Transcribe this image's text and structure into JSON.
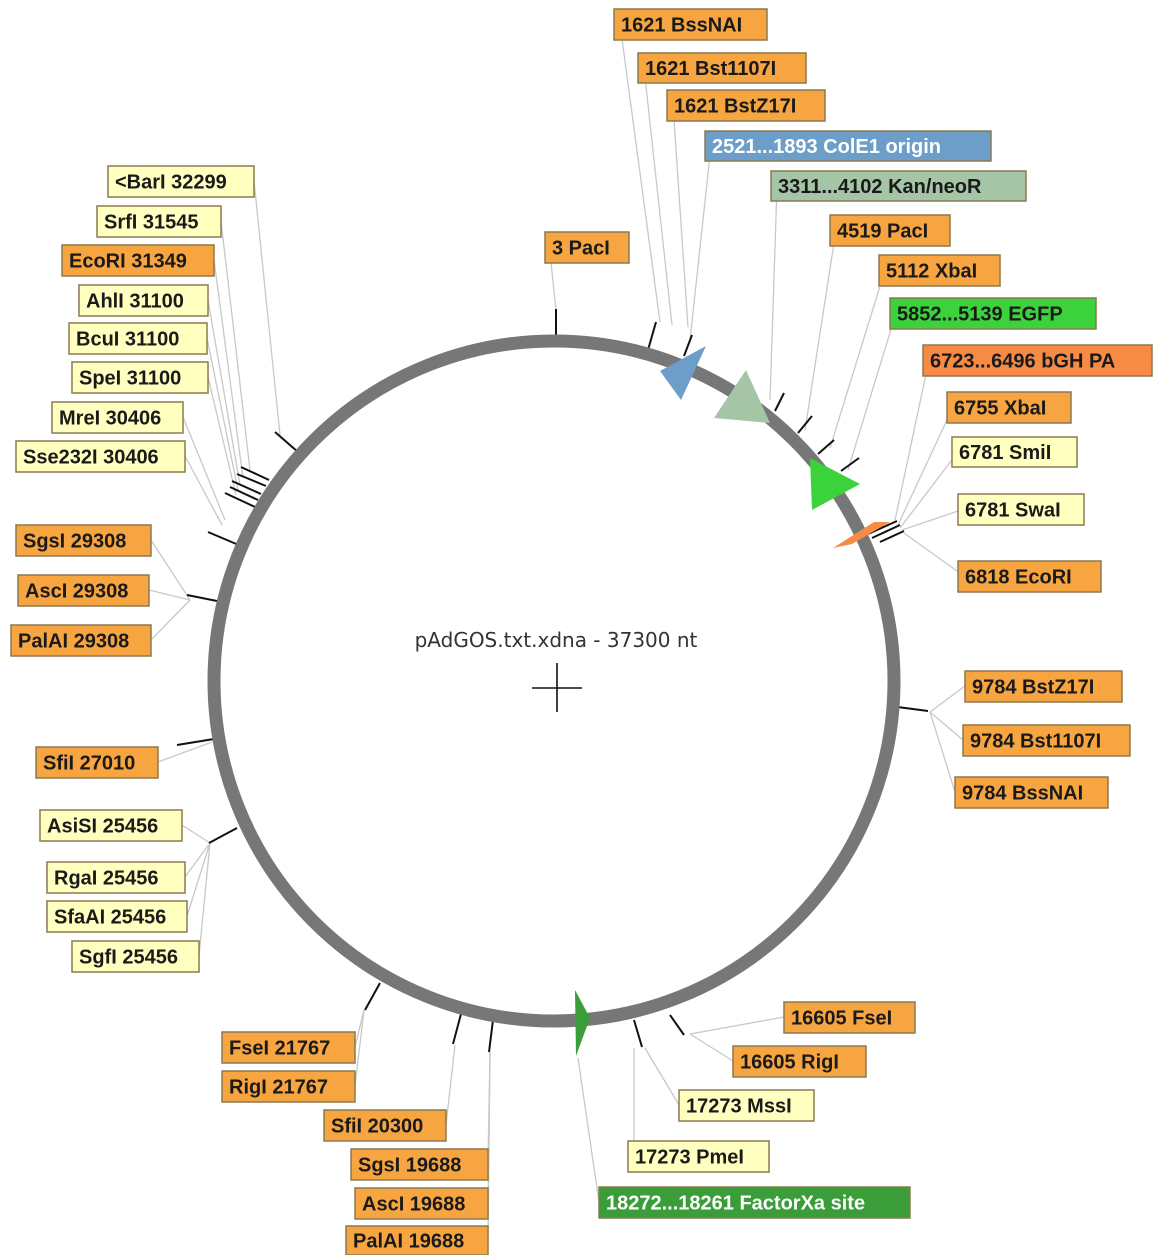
{
  "map": {
    "title": "pAdGOS.txt.xdna - 37300 nt",
    "colors": {
      "backbone": "#777777",
      "enzyme_unique": "#f7a541",
      "enzyme_multi": "#ffffc0",
      "feature_blue": "#6d9ec9",
      "feature_sage": "#a6c4a6",
      "feature_green": "#3bd23b",
      "feature_orange": "#f78b46",
      "feature_darkgreen": "#3a9d3a"
    }
  },
  "labels": [
    {
      "id": "l01",
      "text": "1621  BssNAI",
      "style": "unique"
    },
    {
      "id": "l02",
      "text": "1621  Bst1107I",
      "style": "unique"
    },
    {
      "id": "l03",
      "text": "1621  BstZ17I",
      "style": "unique"
    },
    {
      "id": "l04",
      "text": "2521...1893  ColE1 origin",
      "style": "blue"
    },
    {
      "id": "l05",
      "text": "3311...4102  Kan/neoR",
      "style": "sage"
    },
    {
      "id": "l06",
      "text": "4519  PacI",
      "style": "unique"
    },
    {
      "id": "l07",
      "text": "5112  XbaI",
      "style": "unique"
    },
    {
      "id": "l08",
      "text": "5852...5139  EGFP",
      "style": "green"
    },
    {
      "id": "l09",
      "text": "6723...6496  bGH PA",
      "style": "orange"
    },
    {
      "id": "l10",
      "text": "6755  XbaI",
      "style": "unique"
    },
    {
      "id": "l11",
      "text": "6781  SmiI",
      "style": "multi"
    },
    {
      "id": "l12",
      "text": "6781  SwaI",
      "style": "multi"
    },
    {
      "id": "l13",
      "text": "6818  EcoRI",
      "style": "unique"
    },
    {
      "id": "l14",
      "text": "3  PacI",
      "style": "unique"
    },
    {
      "id": "l15",
      "text": "<BarI  32299",
      "style": "multi"
    },
    {
      "id": "l16",
      "text": "SrfI  31545",
      "style": "multi"
    },
    {
      "id": "l17",
      "text": "EcoRI  31349",
      "style": "unique"
    },
    {
      "id": "l18",
      "text": "AhlI  31100",
      "style": "multi"
    },
    {
      "id": "l19",
      "text": "BcuI  31100",
      "style": "multi"
    },
    {
      "id": "l20",
      "text": "SpeI  31100",
      "style": "multi"
    },
    {
      "id": "l21",
      "text": "MreI  30406",
      "style": "multi"
    },
    {
      "id": "l22",
      "text": "Sse232I  30406",
      "style": "multi"
    },
    {
      "id": "l23",
      "text": "SgsI  29308",
      "style": "unique"
    },
    {
      "id": "l24",
      "text": "AscI  29308",
      "style": "unique"
    },
    {
      "id": "l25",
      "text": "PalAI  29308",
      "style": "unique"
    },
    {
      "id": "l26",
      "text": "SfiI  27010",
      "style": "unique"
    },
    {
      "id": "l27",
      "text": "AsiSI  25456",
      "style": "multi"
    },
    {
      "id": "l28",
      "text": "RgaI  25456",
      "style": "multi"
    },
    {
      "id": "l29",
      "text": "SfaAI  25456",
      "style": "multi"
    },
    {
      "id": "l30",
      "text": "SgfI  25456",
      "style": "multi"
    },
    {
      "id": "l31",
      "text": "9784  BstZ17I",
      "style": "unique"
    },
    {
      "id": "l32",
      "text": "9784  Bst1107I",
      "style": "unique"
    },
    {
      "id": "l33",
      "text": "9784  BssNAI",
      "style": "unique"
    },
    {
      "id": "l34",
      "text": "16605  FseI",
      "style": "unique"
    },
    {
      "id": "l35",
      "text": "16605  RigI",
      "style": "unique"
    },
    {
      "id": "l36",
      "text": "17273  MssI",
      "style": "multi"
    },
    {
      "id": "l37",
      "text": "17273  PmeI",
      "style": "multi"
    },
    {
      "id": "l38",
      "text": "18272...18261  FactorXa site",
      "style": "darkgreen"
    },
    {
      "id": "l39",
      "text": "FseI  21767",
      "style": "unique"
    },
    {
      "id": "l40",
      "text": "RigI  21767",
      "style": "unique"
    },
    {
      "id": "l41",
      "text": "SfiI  20300",
      "style": "unique"
    },
    {
      "id": "l42",
      "text": "SgsI  19688",
      "style": "unique"
    },
    {
      "id": "l43",
      "text": "AscI  19688",
      "style": "unique"
    },
    {
      "id": "l44",
      "text": "PalAI  19688",
      "style": "unique"
    }
  ]
}
